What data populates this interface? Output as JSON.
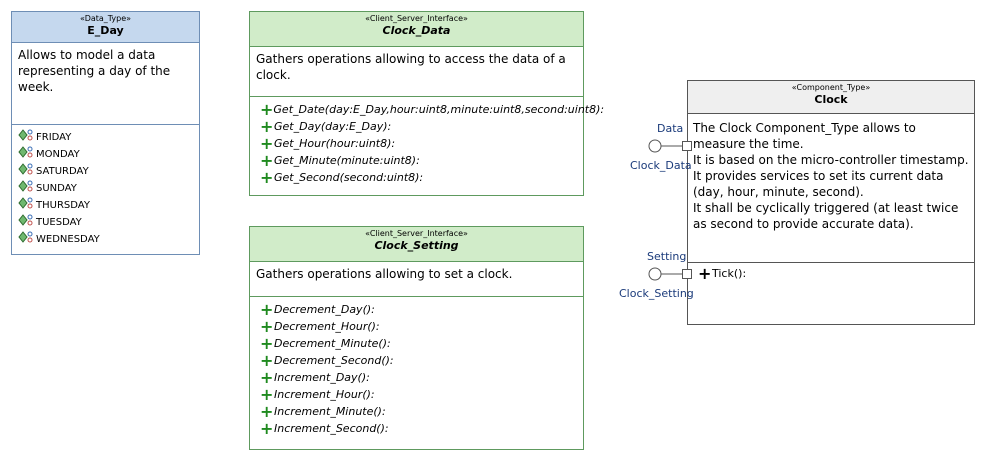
{
  "e_day": {
    "stereotype": "«Data_Type»",
    "name": "E_Day",
    "description": "Allows to model a data representing a day of the week.",
    "literals": [
      "FRIDAY",
      "MONDAY",
      "SATURDAY",
      "SUNDAY",
      "THURSDAY",
      "TUESDAY",
      "WEDNESDAY"
    ]
  },
  "clock_data": {
    "stereotype": "«Client_Server_Interface»",
    "name": "Clock_Data",
    "description": "Gathers operations allowing to access the data of a clock.",
    "operations": [
      "Get_Date(day:E_Day,hour:uint8,minute:uint8,second:uint8):",
      "Get_Day(day:E_Day):",
      "Get_Hour(hour:uint8):",
      "Get_Minute(minute:uint8):",
      "Get_Second(second:uint8):"
    ]
  },
  "clock_setting": {
    "stereotype": "«Client_Server_Interface»",
    "name": "Clock_Setting",
    "description": "Gathers operations allowing to set a clock.",
    "operations": [
      "Decrement_Day():",
      "Decrement_Hour():",
      "Decrement_Minute():",
      "Decrement_Second():",
      "Increment_Day():",
      "Increment_Hour():",
      "Increment_Minute():",
      "Increment_Second():"
    ]
  },
  "clock": {
    "stereotype": "«Component_Type»",
    "name": "Clock",
    "description_lines": [
      "The Clock Component_Type allows to measure the time.",
      "It is based on the micro-controller timestamp.",
      "It provides services to set its current data (day, hour, minute, second).",
      "It shall be cyclically triggered (at least twice as second to provide accurate data)."
    ],
    "operations": [
      "Tick():"
    ],
    "ports": [
      {
        "role": "Data",
        "interface": "Clock_Data"
      },
      {
        "role": "Setting",
        "interface": "Clock_Setting"
      }
    ]
  },
  "colors": {
    "data_type_header": "#c5d8ee",
    "interface_header": "#d1ecc9",
    "component_header": "#efefef",
    "operation_plus": "#1f8a1f"
  }
}
